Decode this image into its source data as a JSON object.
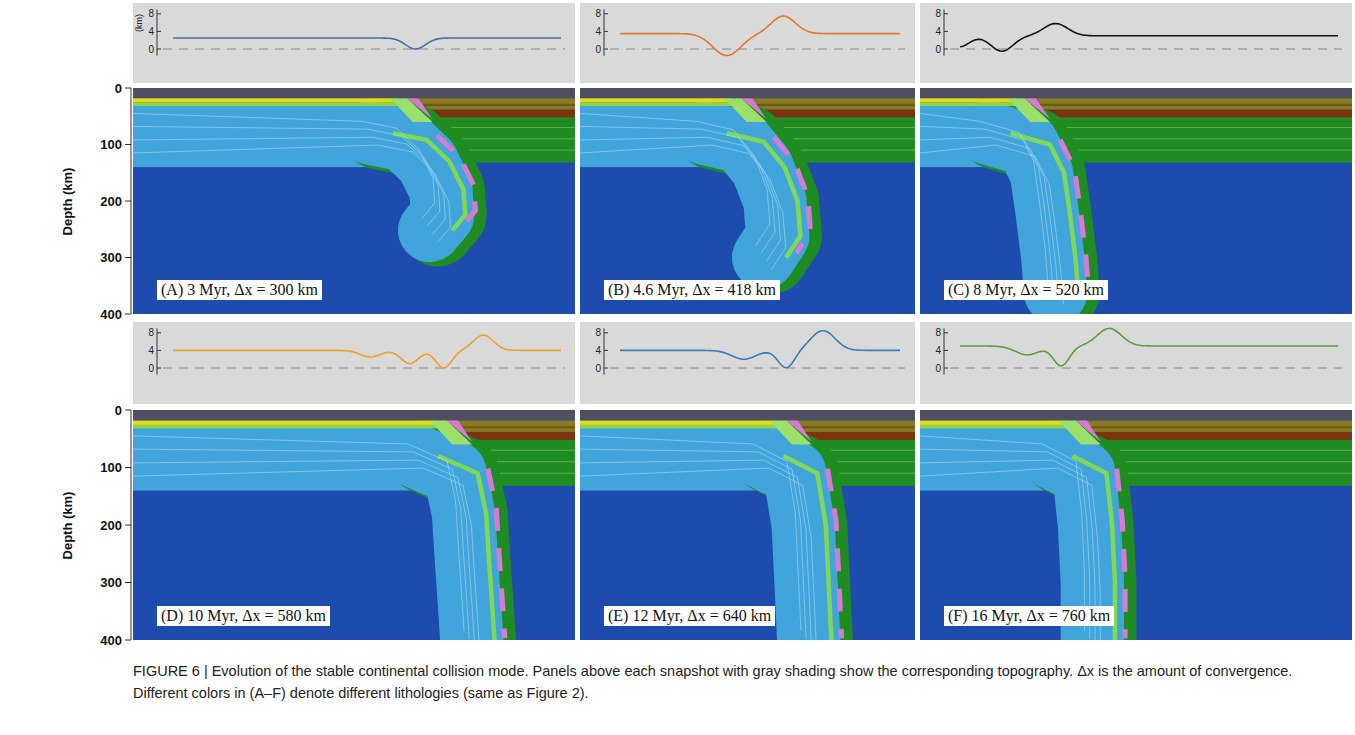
{
  "diagram": {
    "caption": "FIGURE 6 | Evolution of the stable continental collision mode. Panels above each snapshot with gray shading show the corresponding topography. Δx is the amount of convergence. Different colors in (A–F) denote different lithologies (same as Figure 2).",
    "labels": [
      "Depth (km)",
      "0",
      "100",
      "200",
      "300",
      "400",
      "Depth (km)",
      "0",
      "100",
      "200",
      "300",
      "400",
      "8",
      "4",
      "0",
      "(km)",
      "(A) 3 Myr, Δx = 300 km",
      "8",
      "4",
      "0",
      "(B) 4.6 Myr, Δx = 418 km",
      "8",
      "4",
      "0",
      "(C) 8 Myr, Δx = 520 km",
      "8",
      "4",
      "0",
      "(D) 10 Myr, Δx = 580 km",
      "8",
      "4",
      "0",
      "(E) 12 Myr, Δx = 640 km",
      "8",
      "4",
      "0",
      "(F) 16 Myr, Δx = 760 km"
    ]
  }
}
